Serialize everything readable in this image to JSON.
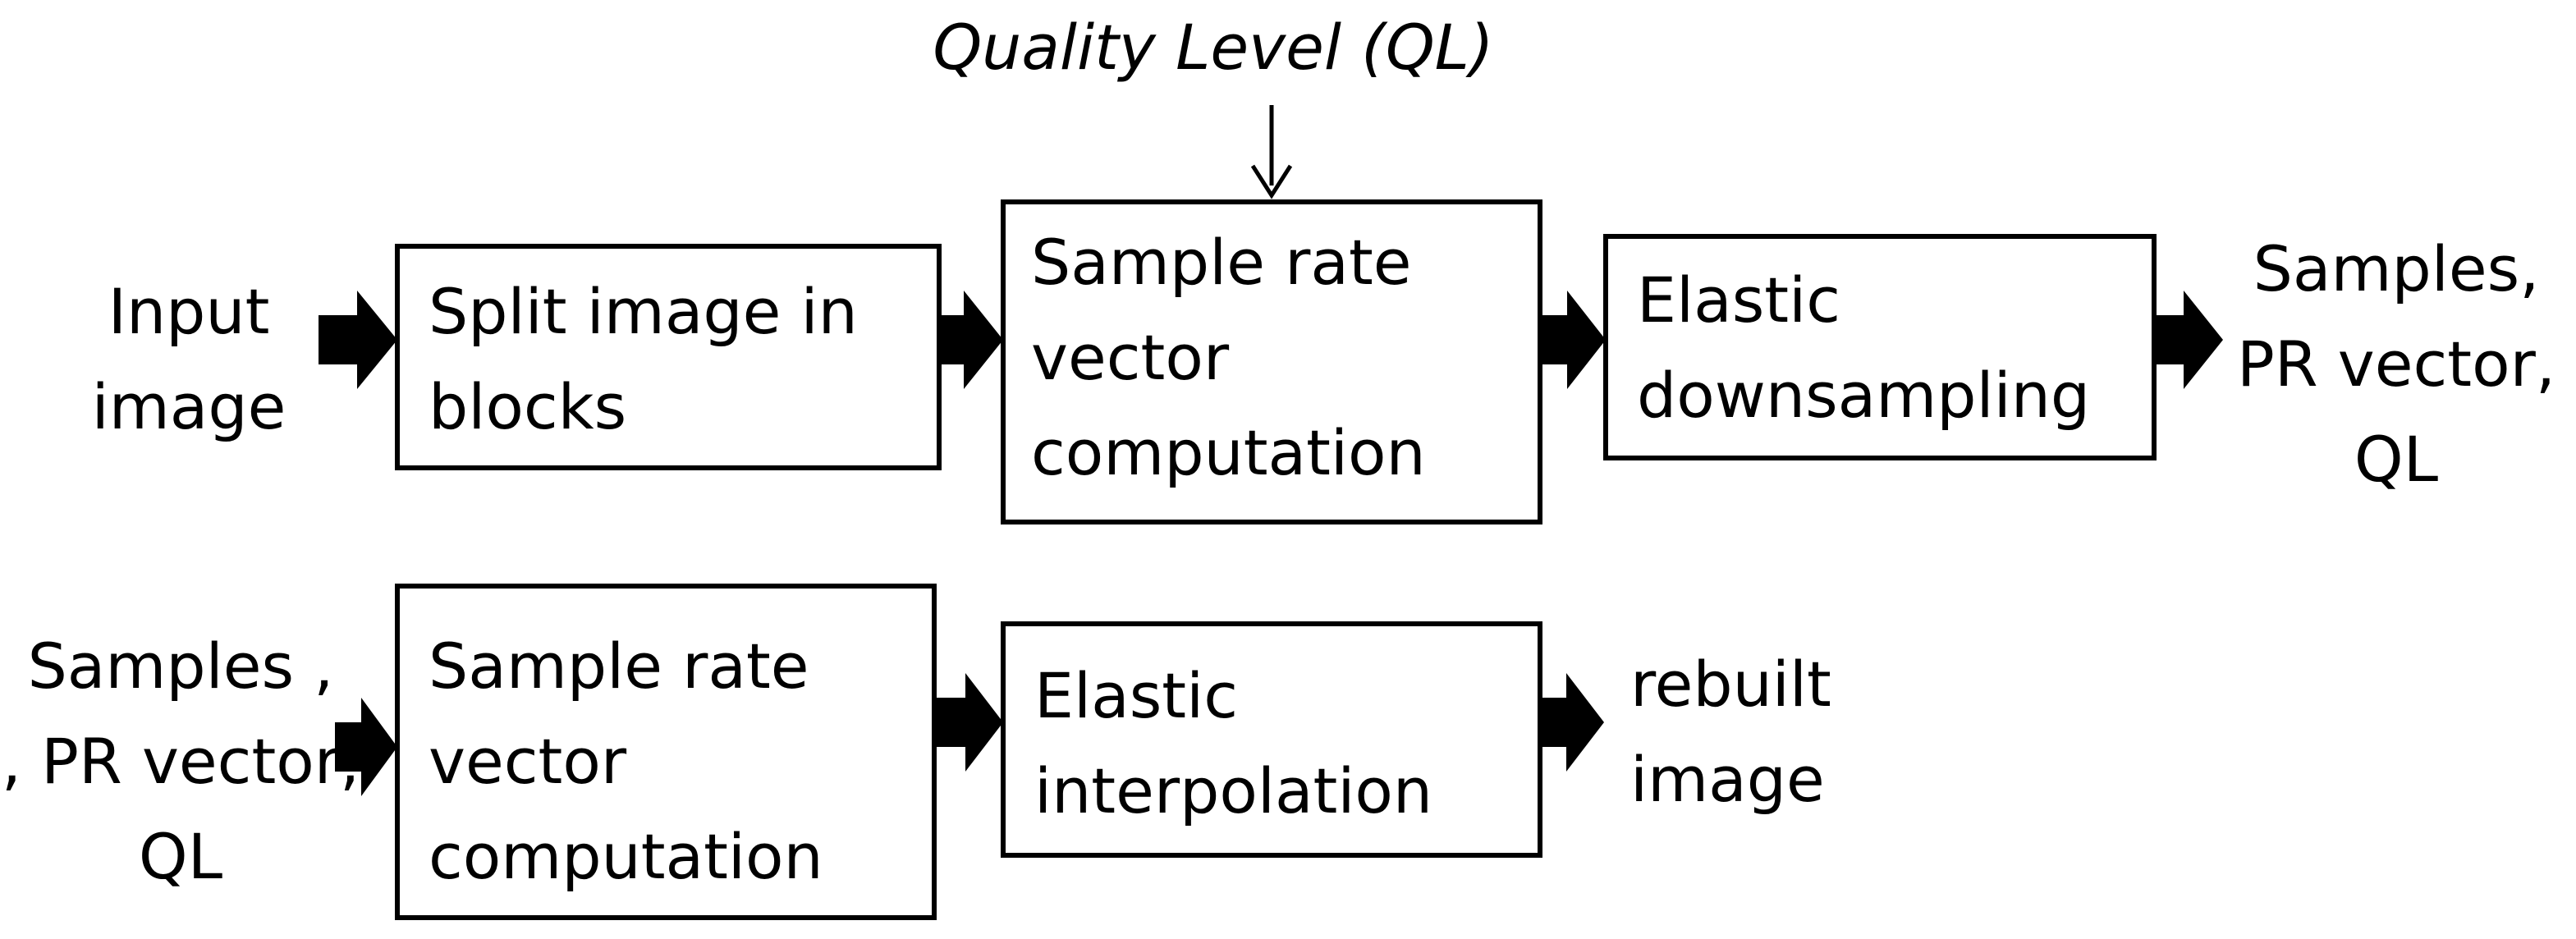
{
  "top_input": {
    "label": "Quality Level (QL)"
  },
  "encoder": {
    "input_label": "Input\nimage",
    "steps": [
      {
        "label": "Split image in\nblocks"
      },
      {
        "label": "Sample rate\nvector\ncomputation"
      },
      {
        "label": "Elastic\ndownsampling"
      }
    ],
    "output_label": "Samples,\nPR vector,\nQL"
  },
  "decoder": {
    "input_label": "Samples ,\n, PR vector,\nQL",
    "steps": [
      {
        "label": "Sample rate\nvector\ncomputation"
      },
      {
        "label": "Elastic\ninterpolation"
      }
    ],
    "output_label": "rebuilt\nimage"
  },
  "colors": {
    "stroke": "#000000",
    "background": "#ffffff"
  }
}
